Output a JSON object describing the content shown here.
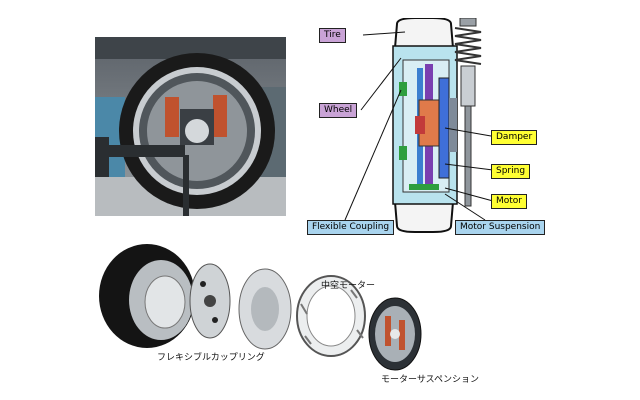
{
  "diagram": {
    "labels": {
      "tire": "Tire",
      "wheel": "Wheel",
      "damper": "Damper",
      "spring": "Spring",
      "motor": "Motor",
      "flexible_coupling": "Flexible Coupling",
      "motor_suspension": "Motor Suspension"
    },
    "colors": {
      "tire_label": "#c9a3d6",
      "wheel_label": "#c9a3d6",
      "yellow_label": "#ffff33",
      "blue_label": "#a9d4ee",
      "housing": "#b9e3ee",
      "motor": "#7a3fb0",
      "damper": "#3f6fd8",
      "coupling": "#2e9e3e"
    }
  },
  "exploded": {
    "labels": {
      "hollow_motor": "中空モーター",
      "flexible_coupling": "フレキシブルカップリング",
      "motor_suspension": "モーターサスペンション"
    }
  }
}
